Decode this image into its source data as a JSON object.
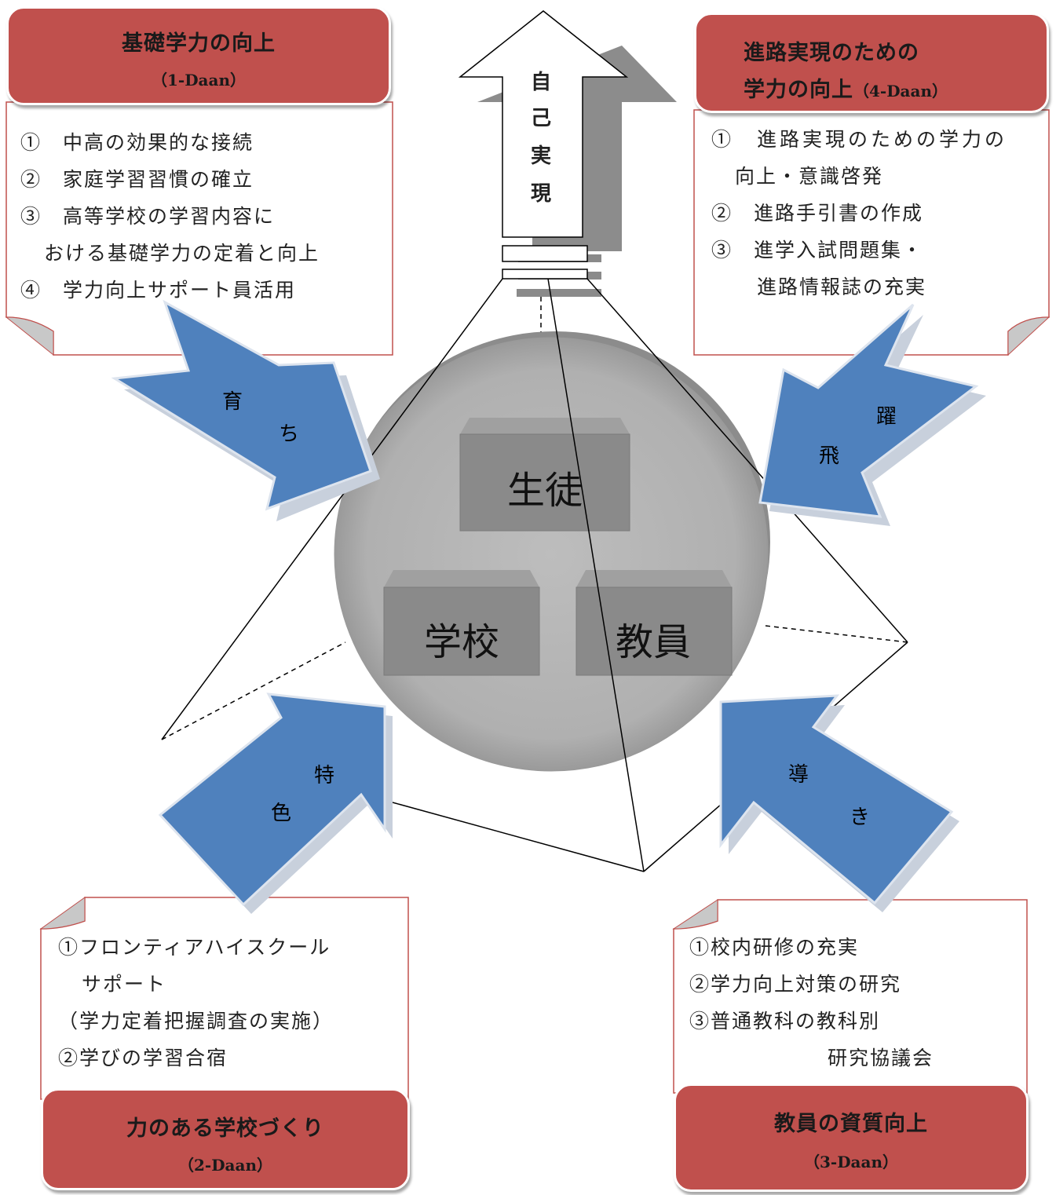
{
  "center": {
    "top": "生徒",
    "left": "学校",
    "right": "教員"
  },
  "arrow_top": {
    "chars": [
      "自",
      "己",
      "実",
      "現"
    ]
  },
  "boxes": {
    "tl": {
      "title": "基礎学力の向上",
      "sub": "（1-Daan）",
      "items": [
        "①　中高の効果的な接続",
        "②　家庭学習習慣の確立",
        "③　高等学校の学習内容に",
        "おける基礎学力の定着と向上",
        "④　学力向上サポート員活用"
      ]
    },
    "tr": {
      "title1": "進路実現のための",
      "title2": "学力の向上",
      "sub": "（4-Daan）",
      "items": [
        "①　進路実現のための学力の",
        "向上・意識啓発",
        "②　進路手引書の作成",
        "③　進学入試問題集・",
        "進路情報誌の充実"
      ]
    },
    "bl": {
      "title": "力のある学校づくり",
      "sub": "（2-Daan）",
      "items": [
        "①フロンティアハイスクール",
        "サポート",
        "（学力定着把握調査の実施）",
        "②学びの学習合宿"
      ]
    },
    "br": {
      "title": "教員の資質向上",
      "sub": "（3-Daan）",
      "items": [
        "①校内研修の充実",
        "②学力向上対策の研究",
        "③普通教科の教科別",
        "研究協議会"
      ]
    }
  },
  "arrows": {
    "tl": [
      "育",
      "ち"
    ],
    "tr": [
      "躍",
      "飛"
    ],
    "bl": [
      "特",
      "色"
    ],
    "br": [
      "導",
      "き"
    ]
  },
  "colors": {
    "title_fill": "#c0504d",
    "arrow_fill": "#4f81bd",
    "disc": "#b4b4b4",
    "cube": "#8a8a8a"
  }
}
